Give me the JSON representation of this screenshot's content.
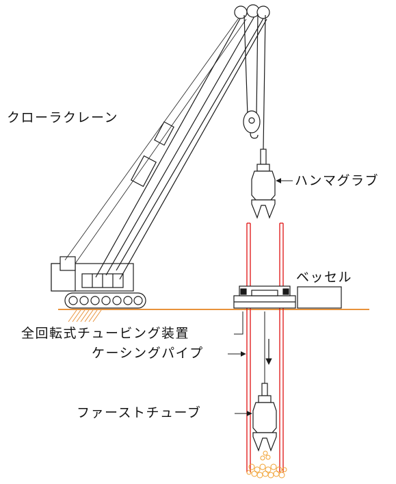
{
  "labels": {
    "crawler_crane": "クローラクレーン",
    "hammer_grab": "ハンマグラブ",
    "vessel": "ベッセル",
    "rotator": "全回転式チュービング装置",
    "casing_pipe": "ケーシングパイプ",
    "first_tube": "ファーストチューブ"
  },
  "colors": {
    "line": "#1a1a1a",
    "ground": "#e8923a",
    "casing": "#e02020",
    "spoil": "#f0a030"
  },
  "icons": {
    "label_pointer": "arrow-left",
    "descent_arrow": "arrow-down"
  }
}
